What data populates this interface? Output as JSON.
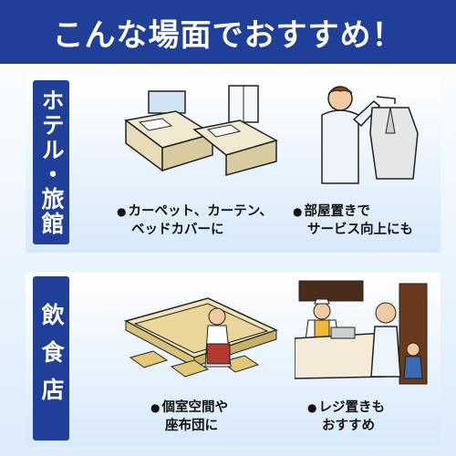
{
  "header": {
    "title": "こんな場面でおすすめ！"
  },
  "sections": [
    {
      "label": "ホテル・旅館",
      "items": [
        {
          "bullet": "●",
          "line1": "カーペット、カーテン、",
          "line2": "ベッドカバーに"
        },
        {
          "bullet": "●",
          "line1": "部屋置きで",
          "line2": "サービス向上にも"
        }
      ]
    },
    {
      "label": "飲食店",
      "items": [
        {
          "bullet": "●",
          "line1": "個室空間や",
          "line2": "座布団に"
        },
        {
          "bullet": "●",
          "line1": "レジ置きも",
          "line2": "おすすめ"
        }
      ]
    }
  ],
  "colors": {
    "accent": "#1f3f98",
    "panel_top": "#ffffff",
    "panel_bottom": "#d7e9fb"
  },
  "icons": [
    "hotel-beds-illustration",
    "man-hanging-jacket-illustration",
    "private-room-table-illustration",
    "cashier-counter-illustration"
  ]
}
